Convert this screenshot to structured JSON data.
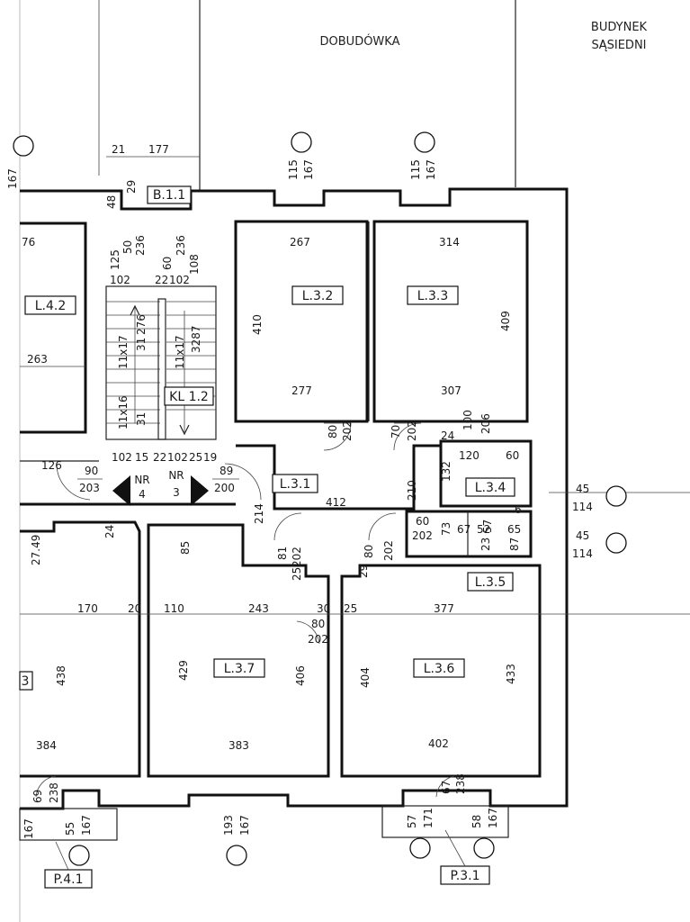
{
  "header": {
    "extension_label": "DOBUDÓWKA",
    "neighbour_line1": "BUDYNEK",
    "neighbour_line2": "SĄSIEDNI"
  },
  "rooms": {
    "b11": "B.1.1",
    "l42": "L.4.2",
    "l32": "L.3.2",
    "l33": "L.3.3",
    "kl12": "KL 1.2",
    "l31": "L.3.1",
    "l34": "L.3.4",
    "l35": "L.3.5",
    "l37": "L.3.7",
    "l36": "L.3.6",
    "p41": "P.4.1",
    "p31": "P.3.1",
    "l43_fragment": "3"
  },
  "nr": {
    "left_label": "NR",
    "left_num": "4",
    "right_label": "NR",
    "right_num": "3"
  },
  "dims": {
    "d21": "21",
    "d177": "177",
    "d167a": "167",
    "d115a": "115",
    "d167b": "167",
    "d115b": "115",
    "d167c": "167",
    "d48": "48",
    "d29": "29",
    "d76": "76",
    "d267": "267",
    "d314": "314",
    "d125": "125",
    "d50": "50",
    "d236a": "236",
    "d60a": "60",
    "d236b": "236",
    "d102a": "102",
    "d22a": "22",
    "d102b": "102",
    "d108": "108",
    "d410": "410",
    "d409": "409",
    "d263": "263",
    "d11x17a": "11x17",
    "d31a": "31",
    "d276": "276",
    "d11x17b": "11x17",
    "d3287": "3287",
    "d277": "277",
    "d307": "307",
    "d11x16": "11x16",
    "d31b": "31",
    "d80a": "80",
    "d202a": "202",
    "d70": "70",
    "d202b": "202",
    "d100": "100",
    "d206": "206",
    "d24": "24",
    "d120": "120",
    "d60b": "60",
    "d102c": "102",
    "d15": "15",
    "d22b": "22",
    "d102d": "102",
    "d25": "25",
    "d19": "19",
    "d126": "126",
    "d90": "90",
    "d203": "203",
    "d89": "89",
    "d200": "200",
    "d412": "412",
    "d132": "132",
    "d210": "210",
    "d214": "214",
    "d45a": "45",
    "d114a": "114",
    "d45b": "45",
    "d114b": "114",
    "d6": "6",
    "d60c": "60",
    "d202c": "202",
    "d67": "67",
    "d52": "52",
    "d57a": "57",
    "d65": "65",
    "d73": "73",
    "d23": "23",
    "d87": "87",
    "d2749": "27.49",
    "d24b": "24",
    "d85": "85",
    "d81": "81",
    "d202d": "202",
    "d25b": "25",
    "d80b": "80",
    "d202e": "202",
    "d29b": "29",
    "d170": "170",
    "d20": "20",
    "d110": "110",
    "d243": "243",
    "d30": "30",
    "d25c": "25",
    "d377": "377",
    "d80c": "80",
    "d202f": "202",
    "d438": "438",
    "d429": "429",
    "d406": "406",
    "d404": "404",
    "d433": "433",
    "d384": "384",
    "d383": "383",
    "d402": "402",
    "d69": "69",
    "d238a": "238",
    "d67b": "67",
    "d238b": "238",
    "d167d": "167",
    "d55": "55",
    "d167e": "167",
    "d193": "193",
    "d167f": "167",
    "d57b": "57",
    "d171": "171",
    "d58": "58",
    "d167g": "167"
  }
}
